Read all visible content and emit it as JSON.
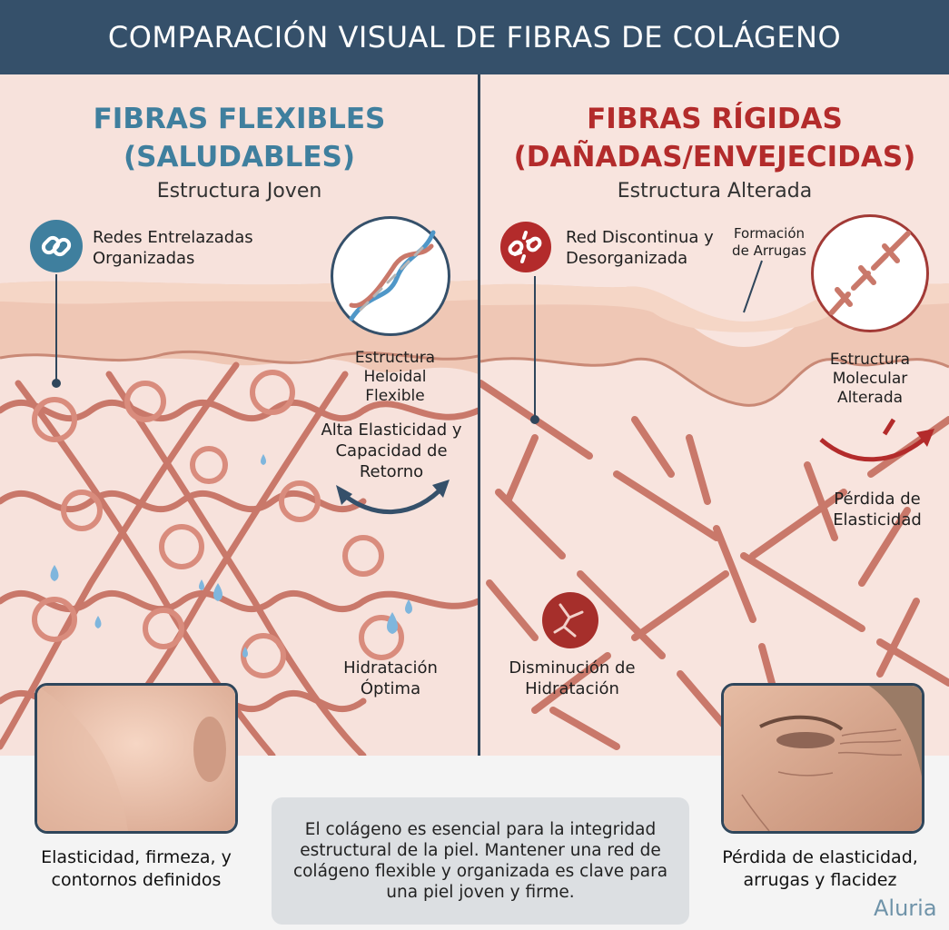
{
  "header": {
    "title": "COMPARACIÓN VISUAL DE FIBRAS DE COLÁGENO"
  },
  "left": {
    "title_line1": "FIBRAS FLEXIBLES",
    "title_line2": "(SALUDABLES)",
    "subtitle": "Estructura Joven",
    "network_label": "Redes Entrelazadas Organizadas",
    "helix_label": "Estructura Heloidal Flexible",
    "elasticity_label": "Alta Elasticidad y Capacidad de Retorno",
    "hydration_label": "Hidratación Óptima",
    "photo_caption": "Elasticidad, firmeza, y contornos definidos",
    "accent_color": "#3f7f9e",
    "icons": [
      "chain-link-icon",
      "double-helix-icon",
      "curved-double-arrow-icon",
      "water-drops-icon"
    ]
  },
  "right": {
    "title_line1": "FIBRAS RÍGIDAS",
    "title_line2": "(DAÑADAS/ENVEJECIDAS)",
    "subtitle": "Estructura Alterada",
    "network_label": "Red Discontinua y Desorganizada",
    "wrinkle_label": "Formación de Arrugas",
    "molecular_label": "Estructura Molecular Alterada",
    "elasticity_label": "Pérdida de Elasticidad",
    "hydration_label": "Disminución de Hidratación",
    "photo_caption": "Pérdida de elasticidad, arrugas y flacidez",
    "accent_color": "#b32b2b",
    "icons": [
      "broken-chain-icon",
      "broken-helix-icon",
      "curved-arrow-icon",
      "cracked-circle-icon"
    ]
  },
  "info": {
    "text": "El colágeno es esencial para la integridad estructural de la piel. Mantener una red de colágeno flexible y organizada es clave para una piel joven y firme."
  },
  "brand": {
    "name": "Aluria"
  }
}
